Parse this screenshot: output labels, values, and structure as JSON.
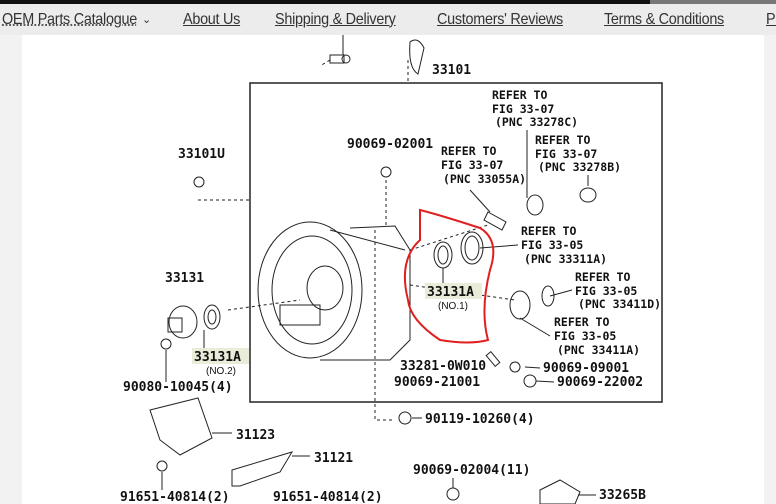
{
  "nav": {
    "items": [
      "OEM Parts Catalogue",
      "About Us",
      "Shipping & Delivery",
      "Customers' Reviews",
      "Terms & Conditions",
      "Privacy"
    ]
  },
  "diagram": {
    "labels": {
      "p33101": "33101",
      "p90069_02001": "90069-02001",
      "p33101U": "33101U",
      "p33131": "33131",
      "p33131A_no2": "33131A",
      "no2": "(NO.2)",
      "p90080_10045": "90080-10045(4)",
      "p31123": "31123",
      "p31121": "31121",
      "p91651_a": "91651-40814(2)",
      "p91651_b": "91651-40814(2)",
      "p90069_02004": "90069-02004(11)",
      "p33265B": "33265B",
      "p90119_10260": "90119-10260(4)",
      "p33281": "33281-0W010",
      "p90069_21001": "90069-21001",
      "p90069_09001": "90069-09001",
      "p90069_22002": "90069-22002",
      "p33131A_no1": "33131A",
      "no1": "(NO.1)"
    },
    "refs": [
      {
        "l1": "REFER TO",
        "l2": "FIG 33-07",
        "l3": "(PNC 33278C)"
      },
      {
        "l1": "REFER TO",
        "l2": "FIG 33-07",
        "l3": "(PNC 33278B)"
      },
      {
        "l1": "REFER TO",
        "l2": "FIG 33-07",
        "l3": "(PNC 33055A)"
      },
      {
        "l1": "REFER TO",
        "l2": "FIG 33-05",
        "l3": "(PNC 33311A)"
      },
      {
        "l1": "REFER TO",
        "l2": "FIG 33-05",
        "l3": "(PNC 33411D)"
      },
      {
        "l1": "REFER TO",
        "l2": "FIG 33-05",
        "l3": "(PNC 33411A)"
      }
    ],
    "highlight_color": "#e8ecd8",
    "annotation_color": "#e02020"
  }
}
